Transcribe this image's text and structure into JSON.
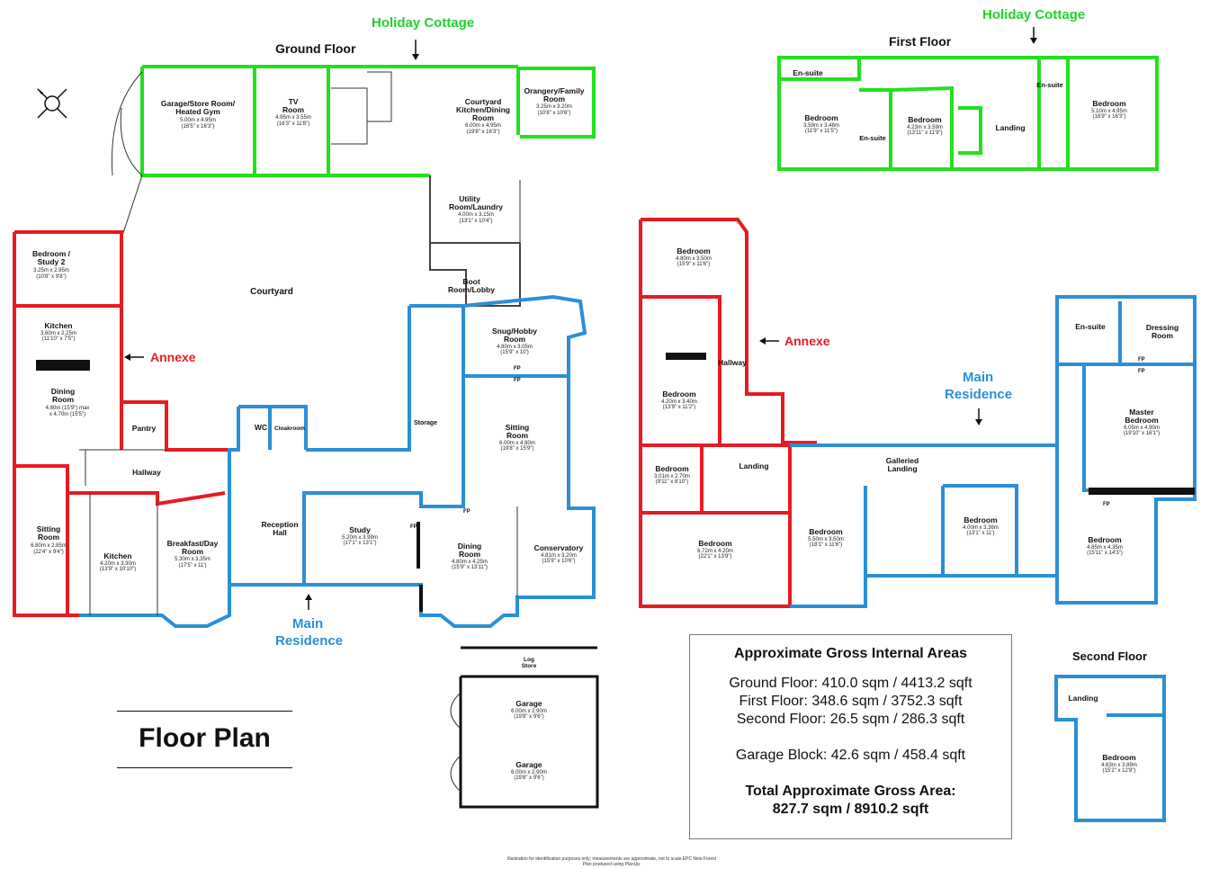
{
  "title": "Floor Plan",
  "floors": {
    "ground": "Ground Floor",
    "first": "First Floor",
    "second": "Second Floor"
  },
  "zones": {
    "holiday_cottage": "Holiday Cottage",
    "annexe": "Annexe",
    "main_residence_1": "Main",
    "main_residence_2": "Residence"
  },
  "colors": {
    "holiday_cottage": "#22e01e",
    "annexe": "#e51c23",
    "main_residence": "#2a8fd6"
  },
  "rooms": {
    "garage_store": {
      "name": "Garage/Store Room/",
      "name2": "Heated Gym",
      "dim": "5.00m x 4.95m",
      "dim2": "(16'5\" x 16'3\")"
    },
    "tv": {
      "name": "TV",
      "name2": "Room",
      "dim": "4.95m x 3.55m",
      "dim2": "(16'3\" x 11'8\")"
    },
    "courtyard_kitchen": {
      "name": "Courtyard",
      "name2": "Kitchen/Dining",
      "name3": "Room",
      "dim": "6.00m x 4.95m",
      "dim2": "(19'8\" x 16'3\")"
    },
    "orangery": {
      "name": "Orangery/Family",
      "name2": "Room",
      "dim": "3.25m x 3.20m",
      "dim2": "(10'8\" x 10'6\")"
    },
    "utility": {
      "name": "Utility",
      "name2": "Room/Laundry",
      "dim": "4.00m x 3.15m",
      "dim2": "(13'1\" x 10'4\")"
    },
    "boot_room": {
      "name": "Boot",
      "name2": "Room/Lobby"
    },
    "courtyard": {
      "name": "Courtyard"
    },
    "bedroom_study2": {
      "name": "Bedroom /",
      "name2": "Study 2",
      "dim": "3.25m x 2.95m",
      "dim2": "(10'8\" x 9'8\")"
    },
    "kitchen_annexe": {
      "name": "Kitchen",
      "dim": "3.60m x 2.25m",
      "dim2": "(11'10\" x 7'5\")"
    },
    "dining_annexe": {
      "name": "Dining",
      "name2": "Room",
      "dim": "4.80m (15'9\") max",
      "dim2": "x 4.70m (15'5\")"
    },
    "pantry": {
      "name": "Pantry"
    },
    "wc": {
      "name": "WC"
    },
    "cloakroom": {
      "name": "Cloakroom"
    },
    "hallway": {
      "name": "Hallway"
    },
    "sitting_annexe": {
      "name": "Sitting",
      "name2": "Room",
      "dim": "6.80m x 2.85m",
      "dim2": "(22'4\" x 9'4\")"
    },
    "kitchen_main": {
      "name": "Kitchen",
      "dim": "4.20m x 3.30m",
      "dim2": "(13'9\" x 10'10\")"
    },
    "breakfast": {
      "name": "Breakfast/Day",
      "name2": "Room",
      "dim": "5.30m x 3.35m",
      "dim2": "(17'5\" x 11')"
    },
    "reception": {
      "name": "Reception",
      "name2": "Hall"
    },
    "study": {
      "name": "Study",
      "dim": "5.20m x 3.99m",
      "dim2": "(17'1\" x 13'1\")"
    },
    "snug": {
      "name": "Snug/Hobby",
      "name2": "Room",
      "dim": "4.80m x 3.05m",
      "dim2": "(15'9\" x 10')"
    },
    "storage": {
      "name": "Storage"
    },
    "sitting_main": {
      "name": "Sitting",
      "name2": "Room",
      "dim": "6.00m x 4.80m",
      "dim2": "(19'8\" x 15'9\")"
    },
    "dining_main": {
      "name": "Dining",
      "name2": "Room",
      "dim": "4.80m x 4.25m",
      "dim2": "(15'9\" x 13'11\")"
    },
    "conservatory": {
      "name": "Conservatory",
      "dim": "4.81m x 3.20m",
      "dim2": "(15'9\" x 10'6\")"
    },
    "ff_ensuite_1": {
      "name": "En-suite"
    },
    "ff_bed_1": {
      "name": "Bedroom",
      "dim": "3.59m x 3.48m",
      "dim2": "(11'9\" x 11'5\")"
    },
    "ff_ensuite_2": {
      "name": "En-suite"
    },
    "ff_bed_2": {
      "name": "Bedroom",
      "dim": "4.23m x 3.59m",
      "dim2": "(13'11\" x 11'9\")"
    },
    "ff_landing_cottage": {
      "name": "Landing"
    },
    "ff_ensuite_3": {
      "name": "En-suite"
    },
    "ff_bed_3": {
      "name": "Bedroom",
      "dim": "5.10m x 4.95m",
      "dim2": "(16'9\" x 16'3\")"
    },
    "ff_annexe_bed_top": {
      "name": "Bedroom",
      "dim": "4.80m x 3.50m",
      "dim2": "(15'9\" x 11'6\")"
    },
    "ff_annexe_bed_mid": {
      "name": "Bedroom",
      "dim": "4.20m x 3.40m",
      "dim2": "(13'9\" x 11'2\")"
    },
    "ff_annexe_hallway": {
      "name": "Hallway"
    },
    "ff_annexe_bed_small": {
      "name": "Bedroom",
      "dim": "3.01m x 2.70m",
      "dim2": "(9'11\" x 8'10\")"
    },
    "ff_annexe_landing": {
      "name": "Landing"
    },
    "ff_annexe_bed_big": {
      "name": "Bedroom",
      "dim": "6.72m x 4.20m",
      "dim2": "(22'1\" x 13'9\")"
    },
    "ff_main_bed_a": {
      "name": "Bedroom",
      "dim": "5.50m x 3.50m",
      "dim2": "(18'1\" x 11'6\")"
    },
    "ff_galleried": {
      "name": "Galleried",
      "name2": "Landing"
    },
    "ff_main_bed_b": {
      "name": "Bedroom",
      "dim": "4.00m x 3.36m",
      "dim2": "(13'1\" x 11')"
    },
    "ff_main_ensuite": {
      "name": "En-suite"
    },
    "ff_dressing": {
      "name": "Dressing",
      "name2": "Room"
    },
    "ff_master": {
      "name": "Master",
      "name2": "Bedroom",
      "dim": "6.05m x 4.90m",
      "dim2": "(19'10\" x 16'1\")"
    },
    "ff_main_bed_c": {
      "name": "Bedroom",
      "dim": "4.85m x 4.35m",
      "dim2": "(15'11\" x 14'3\")"
    },
    "sf_landing": {
      "name": "Landing"
    },
    "sf_bed": {
      "name": "Bedroom",
      "dim": "4.63m x 3.89m",
      "dim2": "(15'2\" x 12'8\")"
    },
    "log_store": {
      "name": "Log",
      "name2": "Store"
    },
    "garage_1": {
      "name": "Garage",
      "dim": "6.00m x 2.90m",
      "dim2": "(19'8\" x 9'6\")"
    },
    "garage_2": {
      "name": "Garage",
      "dim": "6.00m x 2.90m",
      "dim2": "(19'8\" x 9'6\")"
    }
  },
  "fireplace_label": "FP",
  "areas": {
    "heading": "Approximate Gross Internal Areas",
    "ground": "Ground Floor: 410.0 sqm / 4413.2 sqft",
    "first": "First Floor: 348.6 sqm / 3752.3 sqft",
    "second": "Second Floor: 26.5 sqm / 286.3 sqft",
    "garage": "Garage Block: 42.6 sqm / 458.4 sqft",
    "total_heading": "Total Approximate Gross Area:",
    "total": "827.7 sqm / 8910.2 sqft"
  },
  "footnote": "Illustration for identification purposes only; measurements are approximate, not to scale.EPC New Forest",
  "footnote2": "Plan produced using PlanUp."
}
